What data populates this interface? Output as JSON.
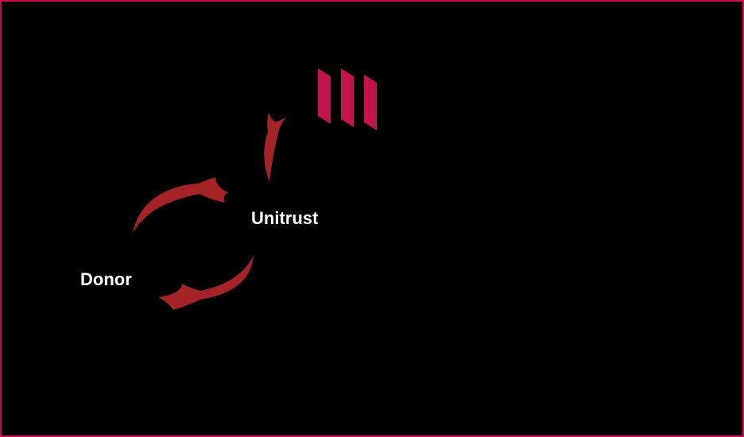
{
  "frame": {
    "background": "#000000",
    "border_color": "#CE0B50"
  },
  "labels": {
    "unitrust": "Unitrust",
    "donor": "Donor"
  },
  "colors": {
    "logo": "#C2134B",
    "arrow": "#A32326",
    "label_text": "#FFFFFF"
  },
  "logo": {
    "icon": "three-ribbon-bars-logo",
    "bar_count": 3
  },
  "arrows": [
    {
      "name": "donor-to-unitrust",
      "from": "Donor",
      "to": "Unitrust",
      "shape": "curved-arc-up"
    },
    {
      "name": "unitrust-to-donor",
      "from": "Unitrust",
      "to": "Donor",
      "shape": "curved-arc-down"
    },
    {
      "name": "unitrust-to-charity-logo",
      "from": "Unitrust",
      "to": "charity-logo",
      "shape": "curved-up"
    }
  ]
}
